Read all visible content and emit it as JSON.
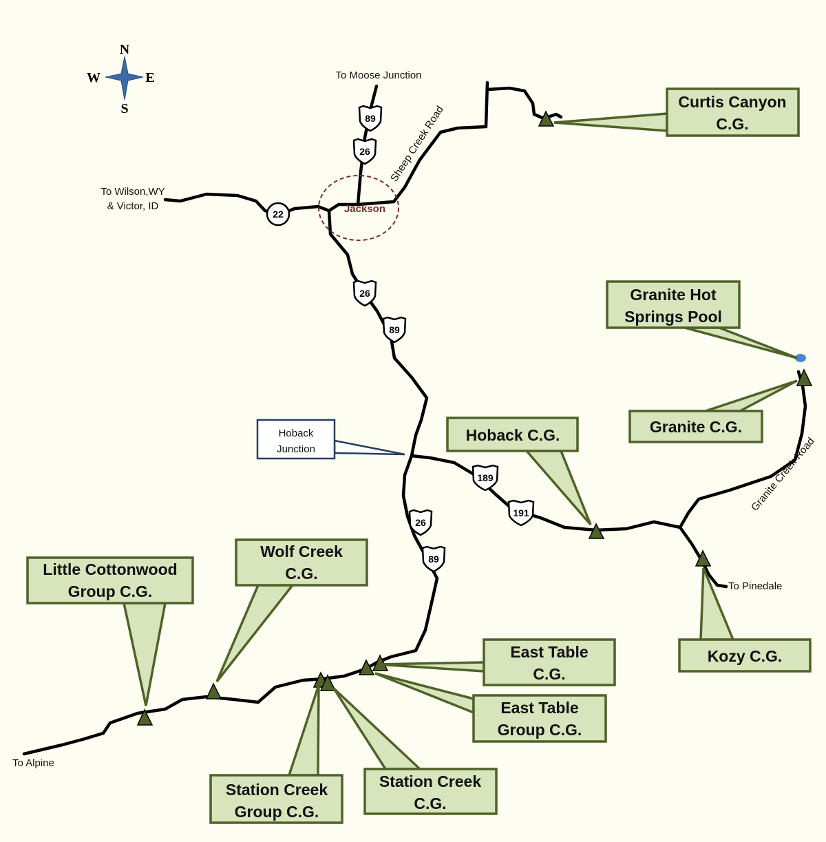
{
  "compass": {
    "n": "N",
    "s": "S",
    "e": "E",
    "w": "W"
  },
  "labels": {
    "moose": "To Moose Junction",
    "wilson1": "To Wilson,WY",
    "wilson2": "& Victor, ID",
    "jackson": "Jackson",
    "sheep": "Sheep Creek Road",
    "granite_road": "Granite Creek Road",
    "pinedale": "To Pinedale",
    "alpine": "To Alpine"
  },
  "hoback_junction": {
    "line1": "Hoback",
    "line2": "Junction"
  },
  "shields": [
    "89",
    "26",
    "22",
    "26",
    "89",
    "189",
    "191",
    "26",
    "89"
  ],
  "callouts": {
    "curtis": {
      "line1": "Curtis Canyon",
      "line2": "C.G."
    },
    "pool": {
      "line1": "Granite Hot",
      "line2": "Springs Pool"
    },
    "granite": {
      "line1": "Granite C.G."
    },
    "hoback": {
      "line1": "Hoback C.G."
    },
    "kozy": {
      "line1": "Kozy C.G."
    },
    "cottonwood": {
      "line1": "Little Cottonwood",
      "line2": "Group C.G."
    },
    "wolf": {
      "line1": "Wolf Creek",
      "line2": "C.G."
    },
    "easttable": {
      "line1": "East Table",
      "line2": "C.G."
    },
    "easttablegroup": {
      "line1": "East Table",
      "line2": "Group C.G."
    },
    "stationgroup": {
      "line1": "Station Creek",
      "line2": "Group C.G."
    },
    "station": {
      "line1": "Station Creek",
      "line2": "C.G."
    }
  },
  "colors": {
    "callout_fill": "#d8e4bc",
    "callout_border": "#4f6228",
    "jackson": "#7b2c2c",
    "pool": "#4a86d4",
    "compass": "#3c6aa5"
  }
}
